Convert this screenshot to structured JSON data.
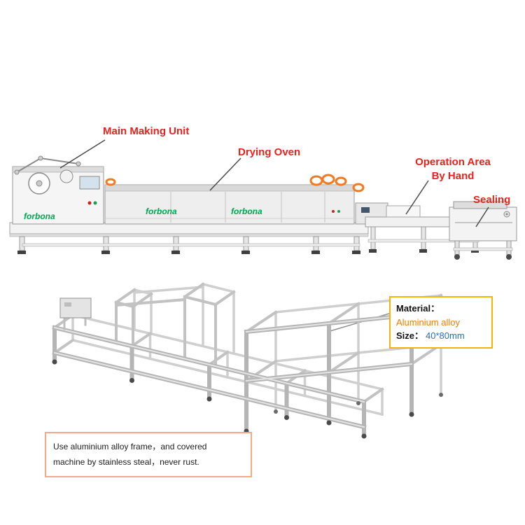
{
  "annotations": {
    "main_making_unit": "Main Making Unit",
    "drying_oven": "Drying Oven",
    "operation_area_line1": "Operation Area",
    "operation_area_line2": "By Hand",
    "sealing": "Sealing"
  },
  "machine": {
    "brand": "forbona"
  },
  "material_callout": {
    "material_label": "Material：",
    "material_value": "Aluminium alloy",
    "size_label": "Size：",
    "size_value": "40*80mm"
  },
  "frame_note": {
    "line1": "Use aluminium alloy frame，and covered",
    "line2": "machine by stainless steal，never rust."
  },
  "colors": {
    "label_red": "#e8231d",
    "brand_green": "#00a651",
    "callout_border_yellow": "#f6b40a",
    "material_value_orange": "#ef7c00",
    "size_value_blue": "#1f6fc0",
    "note_border_orange": "#f7a884",
    "machine_body_gray": "#eeeeee",
    "heater_coil_orange": "#f4791f"
  }
}
